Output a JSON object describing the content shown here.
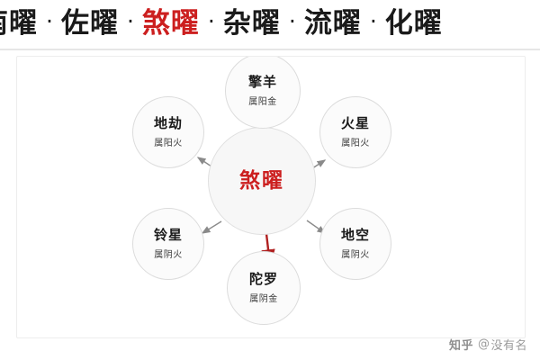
{
  "banner": {
    "separator": "·",
    "terms": [
      {
        "label": "南曜",
        "accent": false
      },
      {
        "label": "佐曜",
        "accent": false
      },
      {
        "label": "煞曜",
        "accent": true
      },
      {
        "label": "杂曜",
        "accent": false
      },
      {
        "label": "流曜",
        "accent": false
      },
      {
        "label": "化曜",
        "accent": false
      }
    ]
  },
  "diagram": {
    "center": {
      "title": "煞曜",
      "sub": ""
    },
    "nodes": [
      {
        "id": "top",
        "title": "擎羊",
        "sub": "属阳金"
      },
      {
        "id": "tr",
        "title": "火星",
        "sub": "属阳火"
      },
      {
        "id": "br",
        "title": "地空",
        "sub": "属阴火"
      },
      {
        "id": "bottom",
        "title": "陀罗",
        "sub": "属阴金"
      },
      {
        "id": "bl",
        "title": "铃星",
        "sub": "属阴火"
      },
      {
        "id": "tl",
        "title": "地劫",
        "sub": "属阳火"
      }
    ],
    "colors": {
      "accent": "#cc1f1f",
      "arrow": "#b02020",
      "small_arrow": "#8a8a8a",
      "node_border": "#dcdcdc",
      "node_fill": "#fbfbfb"
    }
  },
  "watermark": {
    "site": "知乎",
    "at": "@",
    "user": "没有名"
  }
}
